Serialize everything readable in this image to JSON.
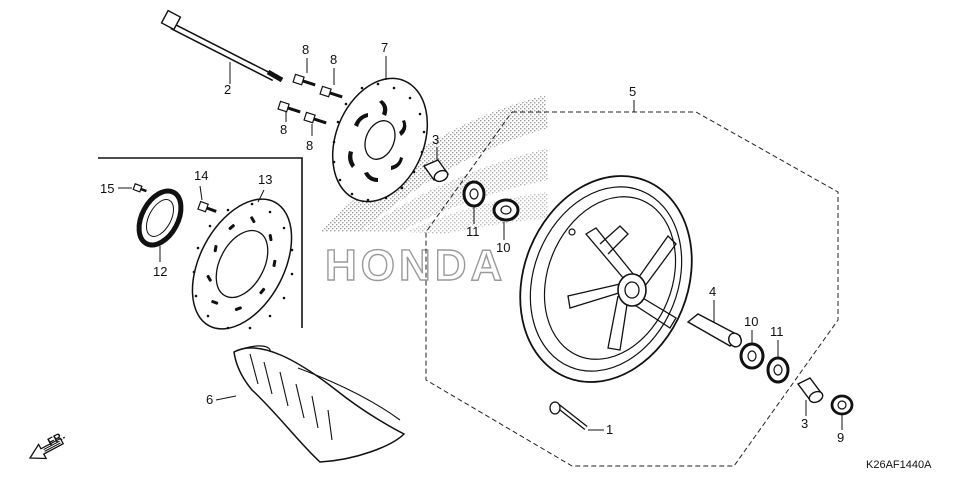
{
  "diagram": {
    "code": "K26AF1440A",
    "direction_label": "FR.",
    "watermark": "HONDA",
    "callouts": {
      "c1": "1",
      "c2": "2",
      "c3a": "3",
      "c3b": "3",
      "c4": "4",
      "c5": "5",
      "c6": "6",
      "c7": "7",
      "c8a": "8",
      "c8b": "8",
      "c8c": "8",
      "c8d": "8",
      "c9": "9",
      "c10a": "10",
      "c10b": "10",
      "c11a": "11",
      "c11b": "11",
      "c12": "12",
      "c13": "13",
      "c14": "14",
      "c15": "15"
    }
  }
}
